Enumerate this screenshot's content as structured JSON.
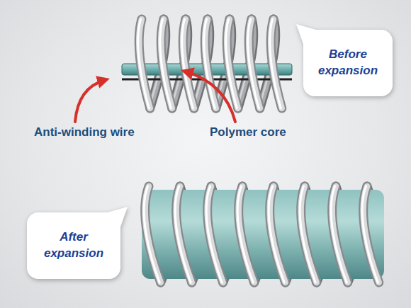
{
  "diagram": {
    "nodes": [
      {
        "text": [
          "Before expansion"
        ]
      },
      {
        "text": [
          "After expansion"
        ]
      }
    ],
    "labels": [
      "Anti-winding wire",
      "Polymer core"
    ]
  }
}
